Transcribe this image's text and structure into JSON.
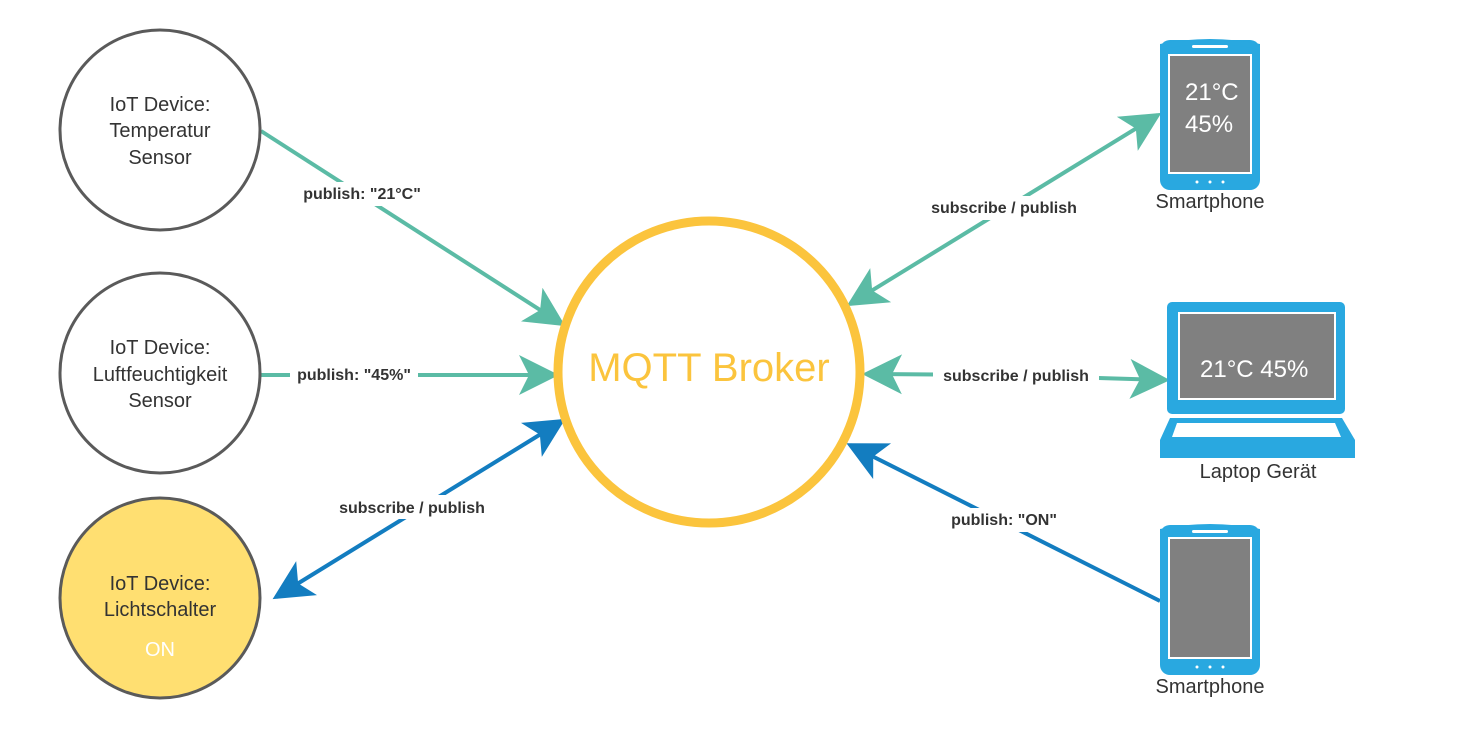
{
  "colors": {
    "teal": "#5bbba5",
    "blue": "#137dc0",
    "broker": "#fbc43d",
    "device_blue": "#29a8e0",
    "screen_gray": "#808080",
    "switch_fill": "#ffdf71",
    "node_stroke": "#5a5a5a"
  },
  "broker": {
    "label": "MQTT Broker"
  },
  "sensors": [
    {
      "id": "temp",
      "lines": [
        "IoT Device:",
        "Temperatur",
        "Sensor"
      ]
    },
    {
      "id": "humidity",
      "lines": [
        "IoT Device:",
        "Luftfeuchtigkeit",
        "Sensor"
      ]
    },
    {
      "id": "switch",
      "lines": [
        "IoT Device:",
        "Lichtschalter"
      ],
      "state": "ON"
    }
  ],
  "clients": [
    {
      "id": "phone-top",
      "type": "smartphone",
      "label": "Smartphone",
      "screen_lines": [
        "21°C",
        "45%"
      ]
    },
    {
      "id": "laptop",
      "type": "laptop",
      "label": "Laptop Gerät",
      "screen_lines": [
        "21°C 45%"
      ]
    },
    {
      "id": "phone-bottom",
      "type": "smartphone",
      "label": "Smartphone",
      "screen_lines": []
    }
  ],
  "edges": [
    {
      "id": "temp-to-broker",
      "label": "publish: \"21°C\"",
      "color": "teal",
      "direction": "to-broker"
    },
    {
      "id": "humidity-to-broker",
      "label": "publish: \"45%\"",
      "color": "teal",
      "direction": "to-broker"
    },
    {
      "id": "switch-broker",
      "label": "subscribe / publish",
      "color": "blue",
      "direction": "both"
    },
    {
      "id": "broker-phone-top",
      "label": "subscribe / publish",
      "color": "teal",
      "direction": "both"
    },
    {
      "id": "broker-laptop",
      "label": "subscribe / publish",
      "color": "teal",
      "direction": "both"
    },
    {
      "id": "phone-bottom-to-broker",
      "label": "publish: \"ON\"",
      "color": "blue",
      "direction": "to-broker"
    }
  ]
}
